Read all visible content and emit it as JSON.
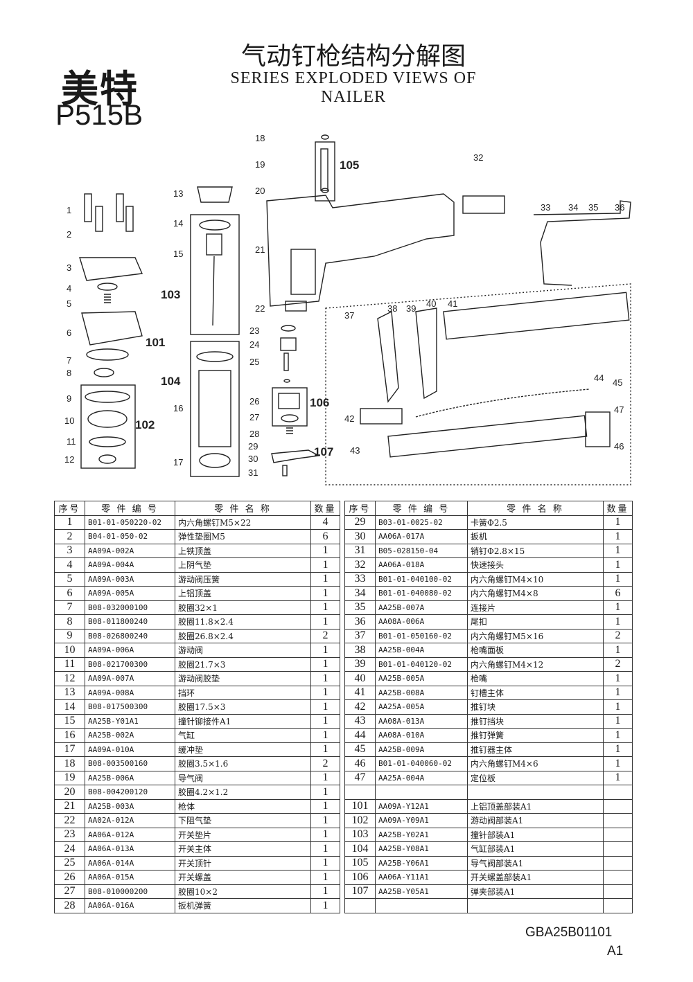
{
  "header": {
    "brand": "美特",
    "model": "P515B",
    "title_cn": "气动钉枪结构分解图",
    "title_en": "SERIES EXPLODED VIEWS OF NAILER"
  },
  "diagram": {
    "callouts": [
      "1",
      "2",
      "3",
      "4",
      "5",
      "6",
      "7",
      "8",
      "9",
      "10",
      "11",
      "12",
      "13",
      "14",
      "15",
      "16",
      "17",
      "18",
      "19",
      "20",
      "21",
      "22",
      "23",
      "24",
      "25",
      "26",
      "27",
      "28",
      "29",
      "30",
      "31",
      "32",
      "33",
      "34",
      "35",
      "36",
      "37",
      "38",
      "39",
      "40",
      "41",
      "42",
      "43",
      "44",
      "45",
      "46",
      "47",
      "101",
      "102",
      "103",
      "104",
      "105",
      "106",
      "107"
    ]
  },
  "table": {
    "headers": {
      "no": "序号",
      "code": "零 件 编 号",
      "name": "零 件 名 称",
      "qty": "数量"
    },
    "left": [
      {
        "no": "1",
        "code": "B01-01-050220-02",
        "name": "内六角螺钉M5×22",
        "qty": "4"
      },
      {
        "no": "2",
        "code": "B04-01-050-02",
        "name": "弹性垫圈M5",
        "qty": "6"
      },
      {
        "no": "3",
        "code": "AA09A-002A",
        "name": "上铁顶盖",
        "qty": "1"
      },
      {
        "no": "4",
        "code": "AA09A-004A",
        "name": "上阴气垫",
        "qty": "1"
      },
      {
        "no": "5",
        "code": "AA09A-003A",
        "name": "游动阀压簧",
        "qty": "1"
      },
      {
        "no": "6",
        "code": "AA09A-005A",
        "name": "上铝顶盖",
        "qty": "1"
      },
      {
        "no": "7",
        "code": "B08-032000100",
        "name": "胶圈32×1",
        "qty": "1"
      },
      {
        "no": "8",
        "code": "B08-011800240",
        "name": "胶圈11.8×2.4",
        "qty": "1"
      },
      {
        "no": "9",
        "code": "B08-026800240",
        "name": "胶圈26.8×2.4",
        "qty": "2"
      },
      {
        "no": "10",
        "code": "AA09A-006A",
        "name": "游动阀",
        "qty": "1"
      },
      {
        "no": "11",
        "code": "B08-021700300",
        "name": "胶圈21.7×3",
        "qty": "1"
      },
      {
        "no": "12",
        "code": "AA09A-007A",
        "name": "游动阀胶垫",
        "qty": "1"
      },
      {
        "no": "13",
        "code": "AA09A-008A",
        "name": "挡环",
        "qty": "1"
      },
      {
        "no": "14",
        "code": "B08-017500300",
        "name": "胶圈17.5×3",
        "qty": "1"
      },
      {
        "no": "15",
        "code": "AA25B-Y01A1",
        "name": "撞针铆接件A1",
        "qty": "1"
      },
      {
        "no": "16",
        "code": "AA25B-002A",
        "name": "气缸",
        "qty": "1"
      },
      {
        "no": "17",
        "code": "AA09A-010A",
        "name": "缓冲垫",
        "qty": "1"
      },
      {
        "no": "18",
        "code": "B08-003500160",
        "name": "胶圈3.5×1.6",
        "qty": "2"
      },
      {
        "no": "19",
        "code": "AA25B-006A",
        "name": "导气阀",
        "qty": "1"
      },
      {
        "no": "20",
        "code": "B08-004200120",
        "name": "胶圈4.2×1.2",
        "qty": "1"
      },
      {
        "no": "21",
        "code": "AA25B-003A",
        "name": "枪体",
        "qty": "1"
      },
      {
        "no": "22",
        "code": "AA02A-012A",
        "name": "下阻气垫",
        "qty": "1"
      },
      {
        "no": "23",
        "code": "AA06A-012A",
        "name": "开关垫片",
        "qty": "1"
      },
      {
        "no": "24",
        "code": "AA06A-013A",
        "name": "开关主体",
        "qty": "1"
      },
      {
        "no": "25",
        "code": "AA06A-014A",
        "name": "开关顶针",
        "qty": "1"
      },
      {
        "no": "26",
        "code": "AA06A-015A",
        "name": "开关螺盖",
        "qty": "1"
      },
      {
        "no": "27",
        "code": "B08-010000200",
        "name": "胶圈10×2",
        "qty": "1"
      },
      {
        "no": "28",
        "code": "AA06A-016A",
        "name": "扳机弹簧",
        "qty": "1"
      }
    ],
    "right": [
      {
        "no": "29",
        "code": "B03-01-0025-02",
        "name": "卡簧Φ2.5",
        "qty": "1"
      },
      {
        "no": "30",
        "code": "AA06A-017A",
        "name": "扳机",
        "qty": "1"
      },
      {
        "no": "31",
        "code": "B05-028150-04",
        "name": "销钉Φ2.8×15",
        "qty": "1"
      },
      {
        "no": "32",
        "code": "AA06A-018A",
        "name": "快速接头",
        "qty": "1"
      },
      {
        "no": "33",
        "code": "B01-01-040100-02",
        "name": "内六角螺钉M4×10",
        "qty": "1"
      },
      {
        "no": "34",
        "code": "B01-01-040080-02",
        "name": "内六角螺钉M4×8",
        "qty": "6"
      },
      {
        "no": "35",
        "code": "AA25B-007A",
        "name": "连接片",
        "qty": "1"
      },
      {
        "no": "36",
        "code": "AA08A-006A",
        "name": "尾扣",
        "qty": "1"
      },
      {
        "no": "37",
        "code": "B01-01-050160-02",
        "name": "内六角螺钉M5×16",
        "qty": "2"
      },
      {
        "no": "38",
        "code": "AA25B-004A",
        "name": "枪嘴面板",
        "qty": "1"
      },
      {
        "no": "39",
        "code": "B01-01-040120-02",
        "name": "内六角螺钉M4×12",
        "qty": "2"
      },
      {
        "no": "40",
        "code": "AA25B-005A",
        "name": "枪嘴",
        "qty": "1"
      },
      {
        "no": "41",
        "code": "AA25B-008A",
        "name": "钉槽主体",
        "qty": "1"
      },
      {
        "no": "42",
        "code": "AA25A-005A",
        "name": "推钉块",
        "qty": "1"
      },
      {
        "no": "43",
        "code": "AA08A-013A",
        "name": "推钉挡块",
        "qty": "1"
      },
      {
        "no": "44",
        "code": "AA08A-010A",
        "name": "推钉弹簧",
        "qty": "1"
      },
      {
        "no": "45",
        "code": "AA25B-009A",
        "name": "推钉器主体",
        "qty": "1"
      },
      {
        "no": "46",
        "code": "B01-01-040060-02",
        "name": "内六角螺钉M4×6",
        "qty": "1"
      },
      {
        "no": "47",
        "code": "AA25A-004A",
        "name": "定位板",
        "qty": "1"
      },
      {
        "no": "",
        "code": "",
        "name": "",
        "qty": ""
      },
      {
        "no": "101",
        "code": "AA09A-Y12A1",
        "name": "上铝顶盖部装A1",
        "qty": ""
      },
      {
        "no": "102",
        "code": "AA09A-Y09A1",
        "name": "游动阀部装A1",
        "qty": ""
      },
      {
        "no": "103",
        "code": "AA25B-Y02A1",
        "name": "撞针部装A1",
        "qty": ""
      },
      {
        "no": "104",
        "code": "AA25B-Y08A1",
        "name": "气缸部装A1",
        "qty": ""
      },
      {
        "no": "105",
        "code": "AA25B-Y06A1",
        "name": "导气阀部装A1",
        "qty": ""
      },
      {
        "no": "106",
        "code": "AA06A-Y11A1",
        "name": "开关螺盖部装A1",
        "qty": ""
      },
      {
        "no": "107",
        "code": "AA25B-Y05A1",
        "name": "弹夹部装A1",
        "qty": ""
      },
      {
        "no": "",
        "code": "",
        "name": "",
        "qty": ""
      }
    ]
  },
  "footer": {
    "doc_code": "GBA25B01101",
    "revision": "A1"
  }
}
